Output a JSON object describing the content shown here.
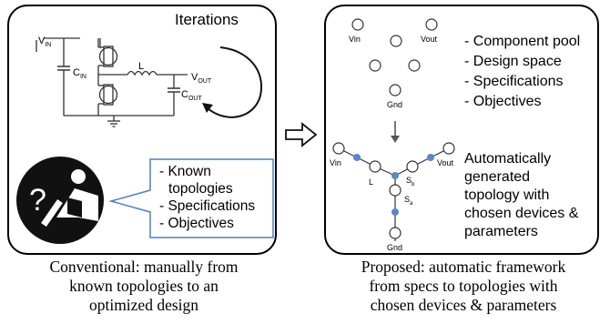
{
  "left": {
    "iterations": "Iterations",
    "labels": {
      "vin": "V",
      "vin_sub": "IN",
      "cin": "C",
      "cin_sub": "IN",
      "l": "L",
      "vout": "V",
      "vout_sub": "OUT",
      "cout": "C",
      "cout_sub": "OUT"
    },
    "callout": {
      "line1": "- Known",
      "line2": "topologies",
      "line3": "- Specifications",
      "line4": "- Objectives"
    },
    "question_mark": "?"
  },
  "right": {
    "nodes": {
      "vin": "Vin",
      "vout": "Vout",
      "gnd": "Gnd"
    },
    "list": [
      "- Component pool",
      "- Design space",
      "- Specifications",
      "- Objectives"
    ],
    "topology": {
      "vin": "Vin",
      "vout": "Vout",
      "gnd": "Gnd",
      "l": "L",
      "sb": "S",
      "sb_sub": "b",
      "sa": "S",
      "sa_sub": "a"
    },
    "auto_text": [
      "Automatically",
      "generated",
      "topology with",
      "chosen devices &",
      "parameters"
    ]
  },
  "captions": {
    "left": [
      "Conventional: manually from",
      "known topologies to an",
      "optimized design"
    ],
    "right": [
      "Proposed: automatic framework",
      "from specs to topologies with",
      "chosen devices & parameters"
    ]
  },
  "colors": {
    "accent": "#5b86c7",
    "callout_border": "#4f7fc4",
    "dark": "#111111"
  }
}
